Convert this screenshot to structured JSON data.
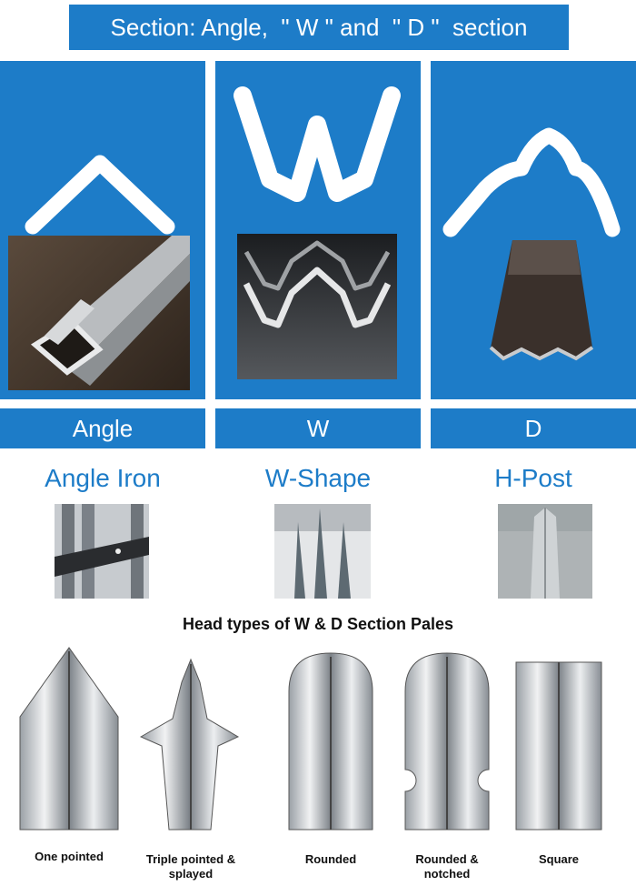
{
  "header": {
    "title": "Section: Angle,  \" W \" and  \" D \"  section"
  },
  "sections": [
    {
      "label": "Angle",
      "icon": "angle-profile-icon"
    },
    {
      "label": "W",
      "icon": "w-profile-icon"
    },
    {
      "label": "D",
      "icon": "d-profile-icon"
    }
  ],
  "products": [
    {
      "label": "Angle Iron"
    },
    {
      "label": "W-Shape"
    },
    {
      "label": "H-Post"
    }
  ],
  "head_types": {
    "title": "Head types of  W & D Section Pales",
    "items": [
      {
        "line1": "One pointed",
        "line2": ""
      },
      {
        "line1": "Triple pointed &",
        "line2": "splayed"
      },
      {
        "line1": "Rounded",
        "line2": ""
      },
      {
        "line1": "Rounded &",
        "line2": "notched"
      },
      {
        "line1": "Square",
        "line2": ""
      }
    ]
  },
  "colors": {
    "accent": "#1d7cc8",
    "text_on_accent": "#ffffff"
  }
}
